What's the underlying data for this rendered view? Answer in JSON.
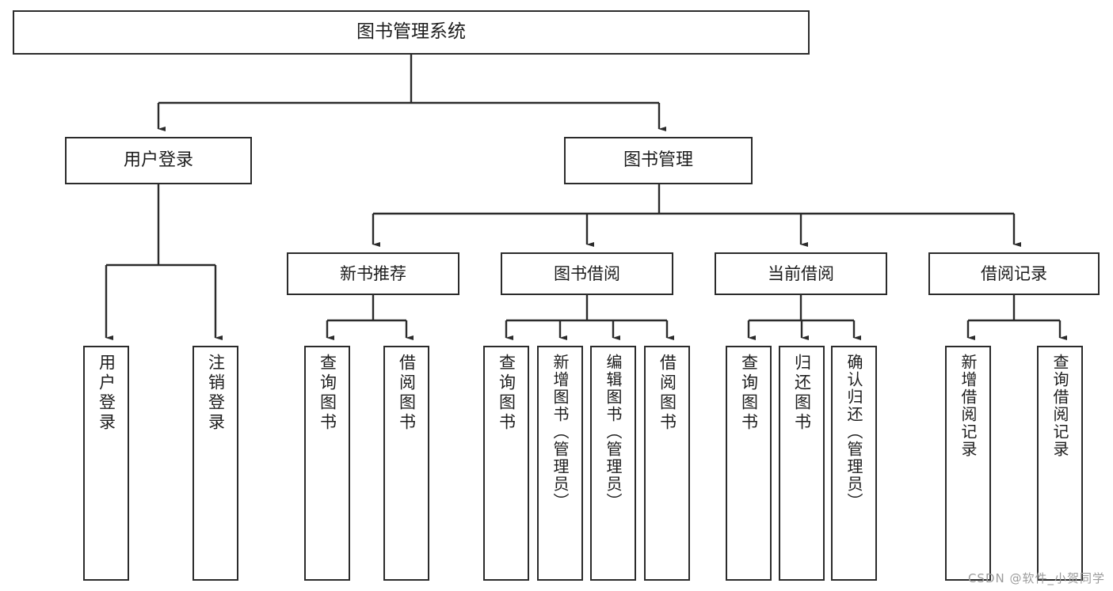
{
  "diagram": {
    "type": "tree",
    "title": "图书管理系统",
    "orientation": "top-down",
    "colors": {
      "box_border": "#2b2b2b",
      "box_fill": "#ffffff",
      "edge": "#2b2b2b",
      "text": "#1d1d1d",
      "watermark": "#9b9b9b"
    },
    "root": {
      "label": "图书管理系统"
    },
    "level1": [
      {
        "id": "login",
        "label": "用户登录"
      },
      {
        "id": "books",
        "label": "图书管理"
      }
    ],
    "level2": [
      {
        "id": "recommend",
        "label": "新书推荐",
        "parent": "books"
      },
      {
        "id": "borrow",
        "label": "图书借阅",
        "parent": "books"
      },
      {
        "id": "current",
        "label": "当前借阅",
        "parent": "books"
      },
      {
        "id": "record",
        "label": "借阅记录",
        "parent": "books"
      }
    ],
    "leaves": [
      {
        "id": "login-1",
        "label": "用户登录",
        "parent": "login"
      },
      {
        "id": "login-2",
        "label": "注销登录",
        "parent": "login"
      },
      {
        "id": "recommend-1",
        "label": "查询图书",
        "parent": "recommend"
      },
      {
        "id": "recommend-2",
        "label": "借阅图书",
        "parent": "recommend"
      },
      {
        "id": "borrow-1",
        "label": "查询图书",
        "parent": "borrow"
      },
      {
        "id": "borrow-2",
        "label": "新增图书（管理员）",
        "parent": "borrow"
      },
      {
        "id": "borrow-3",
        "label": "编辑图书（管理员）",
        "parent": "borrow"
      },
      {
        "id": "borrow-4",
        "label": "借阅图书",
        "parent": "borrow"
      },
      {
        "id": "current-1",
        "label": "查询图书",
        "parent": "current"
      },
      {
        "id": "current-2",
        "label": "归还图书",
        "parent": "current"
      },
      {
        "id": "current-3",
        "label": "确认归还（管理员）",
        "parent": "current"
      },
      {
        "id": "record-1",
        "label": "新增借阅记录",
        "parent": "record"
      },
      {
        "id": "record-2",
        "label": "查询借阅记录",
        "parent": "record"
      }
    ]
  },
  "watermark": {
    "text": "CSDN @软件_小贺同学"
  }
}
